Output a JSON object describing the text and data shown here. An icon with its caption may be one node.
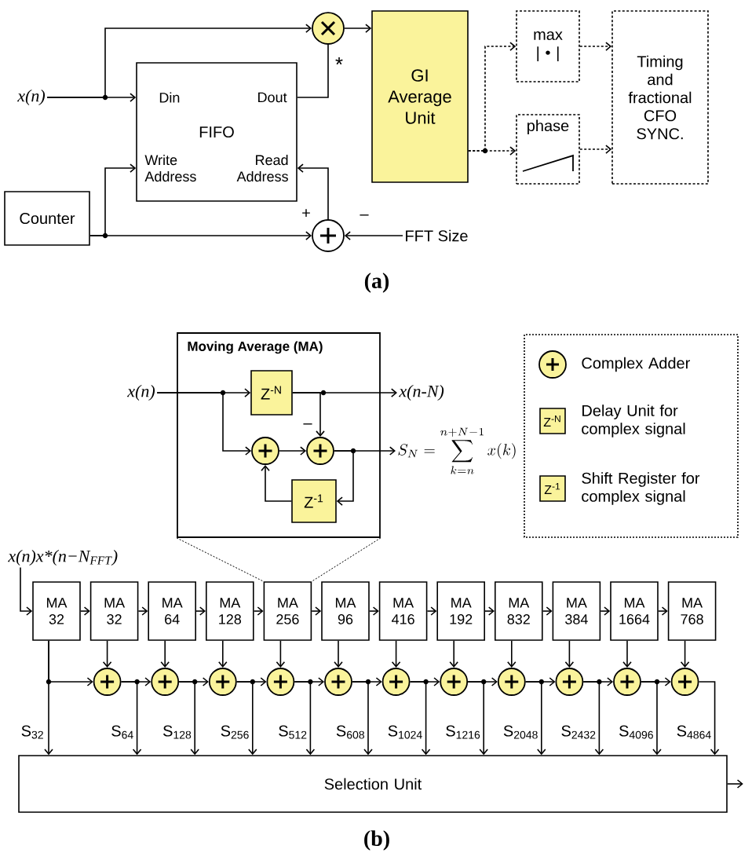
{
  "diagram": {
    "nodes": [
      {
        "text": [
          "x(n)"
        ]
      },
      {
        "text": [],
        "shape": "circle"
      },
      {
        "text": [
          "Din",
          "Dout",
          "FIFO",
          "Write Address",
          "Read Address"
        ]
      },
      {
        "text": [
          "Counter"
        ]
      },
      {
        "text": [],
        "shape": "circle"
      },
      {
        "text": [
          "FFT Size"
        ]
      },
      {
        "text": [
          "GI Average Unit"
        ]
      },
      {
        "text": [
          "max",
          "| • |"
        ]
      },
      {
        "text": [
          "phase"
        ]
      },
      {
        "text": [
          "Timing and fractional CFO SYNC."
        ]
      },
      {
        "text": [
          "Moving Average (MA)"
        ]
      },
      {
        "text": [
          "x(n)"
        ]
      },
      {
        "text": [
          "Z$^{-N}$"
        ],
        "in": 10
      },
      {
        "text": [],
        "shape": "circle",
        "in": 10
      },
      {
        "text": [],
        "shape": "circle",
        "in": 10
      },
      {
        "text": [
          "Z$^{-1}$"
        ],
        "in": 10
      },
      {
        "text": [
          "x(n-N)"
        ]
      },
      {
        "text": [
          "S_N = \\sum_{k=n}^{n+N-1} x(k)"
        ]
      },
      {
        "text": [
          "x(n)x*(n−N$_{FFT}$)"
        ]
      },
      {
        "text": [
          "MA 32"
        ]
      },
      {
        "text": [
          "MA 32"
        ]
      },
      {
        "text": [
          "MA 64"
        ]
      },
      {
        "text": [
          "MA 128"
        ]
      },
      {
        "text": [
          "MA 256"
        ]
      },
      {
        "text": [
          "MA 96"
        ]
      },
      {
        "text": [
          "MA 416"
        ]
      },
      {
        "text": [
          "MA 192"
        ]
      },
      {
        "text": [
          "MA 832"
        ]
      },
      {
        "text": [
          "MA 384"
        ]
      },
      {
        "text": [
          "MA 1664"
        ]
      },
      {
        "text": [
          "MA 768"
        ]
      },
      {
        "text": [],
        "shape": "circle"
      },
      {
        "text": [],
        "shape": "circle"
      },
      {
        "text": [],
        "shape": "circle"
      },
      {
        "text": [],
        "shape": "circle"
      },
      {
        "text": [],
        "shape": "circle"
      },
      {
        "text": [],
        "shape": "circle"
      },
      {
        "text": [],
        "shape": "circle"
      },
      {
        "text": [],
        "shape": "circle"
      },
      {
        "text": [],
        "shape": "circle"
      },
      {
        "text": [],
        "shape": "circle"
      },
      {
        "text": [],
        "shape": "circle"
      },
      {
        "text": [
          "Selection Unit"
        ]
      }
    ],
    "edges": [
      {
        "from": 0,
        "to": 2,
        "arrow": "to"
      },
      {
        "from": 0,
        "to": 1,
        "arrow": "to"
      },
      {
        "from": 2,
        "to": 1,
        "arrow": "none"
      },
      {
        "from": 1,
        "to": 6,
        "arrow": "to"
      },
      {
        "from": 3,
        "to": 2,
        "arrow": "to"
      },
      {
        "from": 3,
        "to": 4,
        "arrow": "to",
        "label": "+"
      },
      {
        "from": 5,
        "to": 4,
        "arrow": "to",
        "label": "–"
      },
      {
        "from": 4,
        "to": 2,
        "arrow": "to"
      },
      {
        "from": 6,
        "to": 7,
        "arrow": "to",
        "style": "dashed"
      },
      {
        "from": 6,
        "to": 8,
        "arrow": "to",
        "style": "dashed"
      },
      {
        "from": 7,
        "to": 9,
        "arrow": "to",
        "style": "dashed"
      },
      {
        "from": 8,
        "to": 9,
        "arrow": "to",
        "style": "dashed"
      },
      {
        "from": 11,
        "to": 12,
        "arrow": "to"
      },
      {
        "from": 11,
        "to": 13,
        "arrow": "to"
      },
      {
        "from": 12,
        "to": 16,
        "arrow": "to"
      },
      {
        "from": 12,
        "to": 14,
        "arrow": "to",
        "label": "–"
      },
      {
        "from": 13,
        "to": 14,
        "arrow": "to"
      },
      {
        "from": 14,
        "to": 17,
        "arrow": "to"
      },
      {
        "from": 14,
        "to": 15,
        "arrow": "to"
      },
      {
        "from": 15,
        "to": 13,
        "arrow": "to"
      },
      {
        "from": 18,
        "to": 19,
        "arrow": "to"
      },
      {
        "from": 19,
        "to": 20,
        "arrow": "to"
      },
      {
        "from": 20,
        "to": 21,
        "arrow": "to"
      },
      {
        "from": 21,
        "to": 22,
        "arrow": "to"
      },
      {
        "from": 22,
        "to": 23,
        "arrow": "to"
      },
      {
        "from": 23,
        "to": 24,
        "arrow": "to"
      },
      {
        "from": 24,
        "to": 25,
        "arrow": "to"
      },
      {
        "from": 25,
        "to": 26,
        "arrow": "to"
      },
      {
        "from": 26,
        "to": 27,
        "arrow": "to"
      },
      {
        "from": 27,
        "to": 28,
        "arrow": "to"
      },
      {
        "from": 28,
        "to": 29,
        "arrow": "to"
      },
      {
        "from": 29,
        "to": 30,
        "arrow": "to"
      },
      {
        "from": 20,
        "to": 31,
        "arrow": "to"
      },
      {
        "from": 21,
        "to": 32,
        "arrow": "to"
      },
      {
        "from": 22,
        "to": 33,
        "arrow": "to"
      },
      {
        "from": 23,
        "to": 34,
        "arrow": "to"
      },
      {
        "from": 24,
        "to": 35,
        "arrow": "to"
      },
      {
        "from": 25,
        "to": 36,
        "arrow": "to"
      },
      {
        "from": 26,
        "to": 37,
        "arrow": "to"
      },
      {
        "from": 27,
        "to": 38,
        "arrow": "to"
      },
      {
        "from": 28,
        "to": 39,
        "arrow": "to"
      },
      {
        "from": 29,
        "to": 40,
        "arrow": "to"
      },
      {
        "from": 30,
        "to": 41,
        "arrow": "to"
      },
      {
        "from": 19,
        "to": 31,
        "arrow": "to"
      },
      {
        "from": 19,
        "to": 42,
        "arrow": "to",
        "label": "S$_{32}$"
      },
      {
        "from": 31,
        "to": 32,
        "arrow": "to"
      },
      {
        "from": 32,
        "to": 33,
        "arrow": "to"
      },
      {
        "from": 33,
        "to": 34,
        "arrow": "to"
      },
      {
        "from": 34,
        "to": 35,
        "arrow": "to"
      },
      {
        "from": 35,
        "to": 36,
        "arrow": "to"
      },
      {
        "from": 36,
        "to": 37,
        "arrow": "to"
      },
      {
        "from": 37,
        "to": 38,
        "arrow": "to"
      },
      {
        "from": 38,
        "to": 39,
        "arrow": "to"
      },
      {
        "from": 39,
        "to": 40,
        "arrow": "to"
      },
      {
        "from": 40,
        "to": 41,
        "arrow": "to"
      },
      {
        "from": 31,
        "to": 42,
        "arrow": "to",
        "label": "S$_{64}$"
      },
      {
        "from": 32,
        "to": 42,
        "arrow": "to",
        "label": "S$_{128}$"
      },
      {
        "from": 33,
        "to": 42,
        "arrow": "to",
        "label": "S$_{256}$"
      },
      {
        "from": 34,
        "to": 42,
        "arrow": "to",
        "label": "S$_{512}$"
      },
      {
        "from": 35,
        "to": 42,
        "arrow": "to",
        "label": "S$_{608}$"
      },
      {
        "from": 36,
        "to": 42,
        "arrow": "to",
        "label": "S$_{1024}$"
      },
      {
        "from": 37,
        "to": 42,
        "arrow": "to",
        "label": "S$_{1216}$"
      },
      {
        "from": 38,
        "to": 42,
        "arrow": "to",
        "label": "S$_{2048}$"
      },
      {
        "from": 39,
        "to": 42,
        "arrow": "to",
        "label": "S$_{2432}$"
      },
      {
        "from": 40,
        "to": 42,
        "arrow": "to",
        "label": "S$_{4096}$"
      },
      {
        "from": 41,
        "to": 42,
        "arrow": "to",
        "label": "S$_{4864}$"
      },
      {
        "from": 42,
        "to": null,
        "arrow": "to"
      },
      {
        "from": 10,
        "to": 23,
        "arrow": "none",
        "style": "dashed"
      },
      {
        "from": 10,
        "to": 23,
        "arrow": "none",
        "style": "dashed"
      }
    ],
    "labels": [
      "*",
      "(a)",
      "Z$^{-N}$",
      "Z$^{-1}$",
      "(b)"
    ],
    "legend": [
      {
        "text": "Complex Adder"
      },
      {
        "text": "Delay Unit for complex signal"
      },
      {
        "text": "Shift Register for complex signal"
      }
    ]
  }
}
